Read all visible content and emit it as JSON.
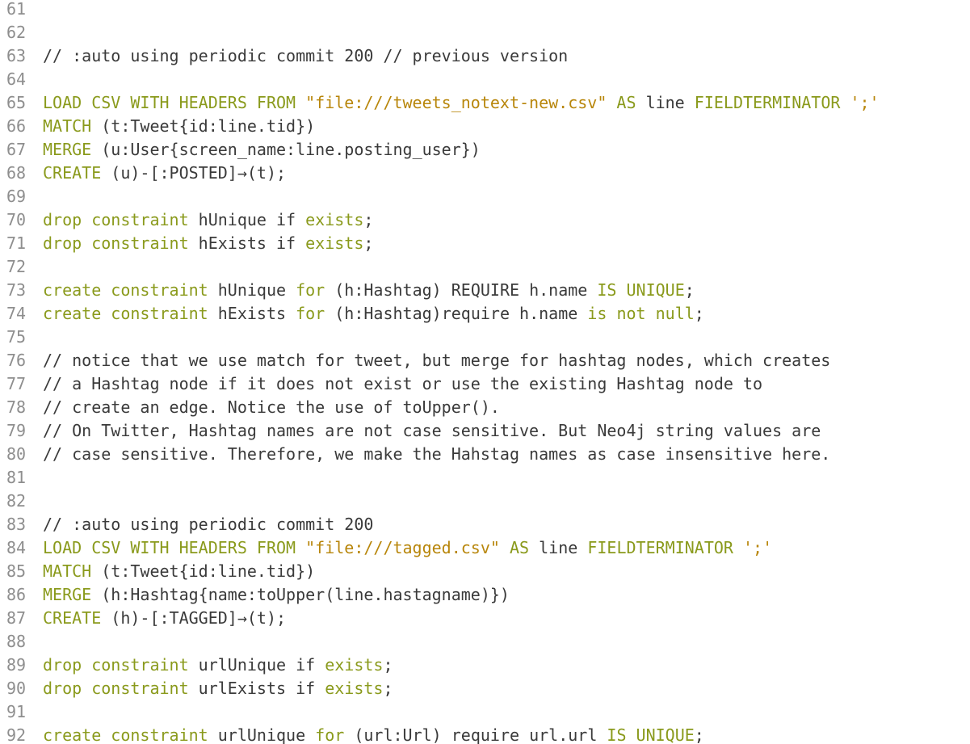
{
  "editor": {
    "colors": {
      "keyword": "#8a9a1c",
      "string": "#b8860b",
      "text": "#3a3a3a",
      "line_number": "#8e8e8e",
      "background": "#ffffff"
    },
    "lines": [
      {
        "num": "61",
        "tokens": []
      },
      {
        "num": "62",
        "tokens": []
      },
      {
        "num": "63",
        "tokens": [
          {
            "t": "comment",
            "v": "// :auto using periodic commit 200 // previous version"
          }
        ]
      },
      {
        "num": "64",
        "tokens": []
      },
      {
        "num": "65",
        "tokens": [
          {
            "t": "kw",
            "v": "LOAD CSV WITH HEADERS FROM "
          },
          {
            "t": "str",
            "v": "\"file:///tweets_notext-new.csv\""
          },
          {
            "t": "kw",
            "v": " AS "
          },
          {
            "t": "plain",
            "v": "line "
          },
          {
            "t": "kw",
            "v": "FIELDTERMINATOR "
          },
          {
            "t": "str",
            "v": "';'"
          }
        ]
      },
      {
        "num": "66",
        "tokens": [
          {
            "t": "kw",
            "v": "MATCH "
          },
          {
            "t": "plain",
            "v": "(t:Tweet{id:line.tid})"
          }
        ]
      },
      {
        "num": "67",
        "tokens": [
          {
            "t": "kw",
            "v": "MERGE "
          },
          {
            "t": "plain",
            "v": "(u:User{screen_name:line.posting_user})"
          }
        ]
      },
      {
        "num": "68",
        "tokens": [
          {
            "t": "kw",
            "v": "CREATE "
          },
          {
            "t": "plain",
            "v": "(u)-[:POSTED]→(t);"
          }
        ]
      },
      {
        "num": "69",
        "tokens": []
      },
      {
        "num": "70",
        "tokens": [
          {
            "t": "kw",
            "v": "drop constraint "
          },
          {
            "t": "plain",
            "v": "hUnique if "
          },
          {
            "t": "kw",
            "v": "exists"
          },
          {
            "t": "plain",
            "v": ";"
          }
        ]
      },
      {
        "num": "71",
        "tokens": [
          {
            "t": "kw",
            "v": "drop constraint "
          },
          {
            "t": "plain",
            "v": "hExists if "
          },
          {
            "t": "kw",
            "v": "exists"
          },
          {
            "t": "plain",
            "v": ";"
          }
        ]
      },
      {
        "num": "72",
        "tokens": []
      },
      {
        "num": "73",
        "tokens": [
          {
            "t": "kw",
            "v": "create constraint "
          },
          {
            "t": "plain",
            "v": "hUnique "
          },
          {
            "t": "kw",
            "v": "for "
          },
          {
            "t": "plain",
            "v": "(h:Hashtag) REQUIRE h.name "
          },
          {
            "t": "kw",
            "v": "IS UNIQUE"
          },
          {
            "t": "plain",
            "v": ";"
          }
        ]
      },
      {
        "num": "74",
        "tokens": [
          {
            "t": "kw",
            "v": "create constraint "
          },
          {
            "t": "plain",
            "v": "hExists "
          },
          {
            "t": "kw",
            "v": "for "
          },
          {
            "t": "plain",
            "v": "(h:Hashtag)require h.name "
          },
          {
            "t": "kw",
            "v": "is not null"
          },
          {
            "t": "plain",
            "v": ";"
          }
        ]
      },
      {
        "num": "75",
        "tokens": []
      },
      {
        "num": "76",
        "tokens": [
          {
            "t": "comment",
            "v": "// notice that we use match for tweet, but merge for hashtag nodes, which creates"
          }
        ]
      },
      {
        "num": "77",
        "tokens": [
          {
            "t": "comment",
            "v": "// a Hashtag node if it does not exist or use the existing Hashtag node to"
          }
        ]
      },
      {
        "num": "78",
        "tokens": [
          {
            "t": "comment",
            "v": "// create an edge. Notice the use of toUpper()."
          }
        ]
      },
      {
        "num": "79",
        "tokens": [
          {
            "t": "comment",
            "v": "// On Twitter, Hashtag names are not case sensitive. But Neo4j string values are"
          }
        ]
      },
      {
        "num": "80",
        "tokens": [
          {
            "t": "comment",
            "v": "// case sensitive. Therefore, we make the Hahstag names as case insensitive here."
          }
        ]
      },
      {
        "num": "81",
        "tokens": []
      },
      {
        "num": "82",
        "tokens": []
      },
      {
        "num": "83",
        "tokens": [
          {
            "t": "comment",
            "v": "// :auto using periodic commit 200"
          }
        ]
      },
      {
        "num": "84",
        "tokens": [
          {
            "t": "kw",
            "v": "LOAD CSV WITH HEADERS FROM "
          },
          {
            "t": "str",
            "v": "\"file:///tagged.csv\""
          },
          {
            "t": "kw",
            "v": " AS "
          },
          {
            "t": "plain",
            "v": "line "
          },
          {
            "t": "kw",
            "v": "FIELDTERMINATOR "
          },
          {
            "t": "str",
            "v": "';'"
          }
        ]
      },
      {
        "num": "85",
        "tokens": [
          {
            "t": "kw",
            "v": "MATCH "
          },
          {
            "t": "plain",
            "v": "(t:Tweet{id:line.tid})"
          }
        ]
      },
      {
        "num": "86",
        "tokens": [
          {
            "t": "kw",
            "v": "MERGE "
          },
          {
            "t": "plain",
            "v": "(h:Hashtag{name:toUpper(line.hastagname)})"
          }
        ]
      },
      {
        "num": "87",
        "tokens": [
          {
            "t": "kw",
            "v": "CREATE "
          },
          {
            "t": "plain",
            "v": "(h)-[:TAGGED]→(t);"
          }
        ]
      },
      {
        "num": "88",
        "tokens": []
      },
      {
        "num": "89",
        "tokens": [
          {
            "t": "kw",
            "v": "drop constraint "
          },
          {
            "t": "plain",
            "v": "urlUnique if "
          },
          {
            "t": "kw",
            "v": "exists"
          },
          {
            "t": "plain",
            "v": ";"
          }
        ]
      },
      {
        "num": "90",
        "tokens": [
          {
            "t": "kw",
            "v": "drop constraint "
          },
          {
            "t": "plain",
            "v": "urlExists if "
          },
          {
            "t": "kw",
            "v": "exists"
          },
          {
            "t": "plain",
            "v": ";"
          }
        ]
      },
      {
        "num": "91",
        "tokens": []
      },
      {
        "num": "92",
        "tokens": [
          {
            "t": "kw",
            "v": "create constraint "
          },
          {
            "t": "plain",
            "v": "urlUnique "
          },
          {
            "t": "kw",
            "v": "for "
          },
          {
            "t": "plain",
            "v": "(url:Url) require url.url "
          },
          {
            "t": "kw",
            "v": "IS UNIQUE"
          },
          {
            "t": "plain",
            "v": ";"
          }
        ]
      }
    ]
  }
}
